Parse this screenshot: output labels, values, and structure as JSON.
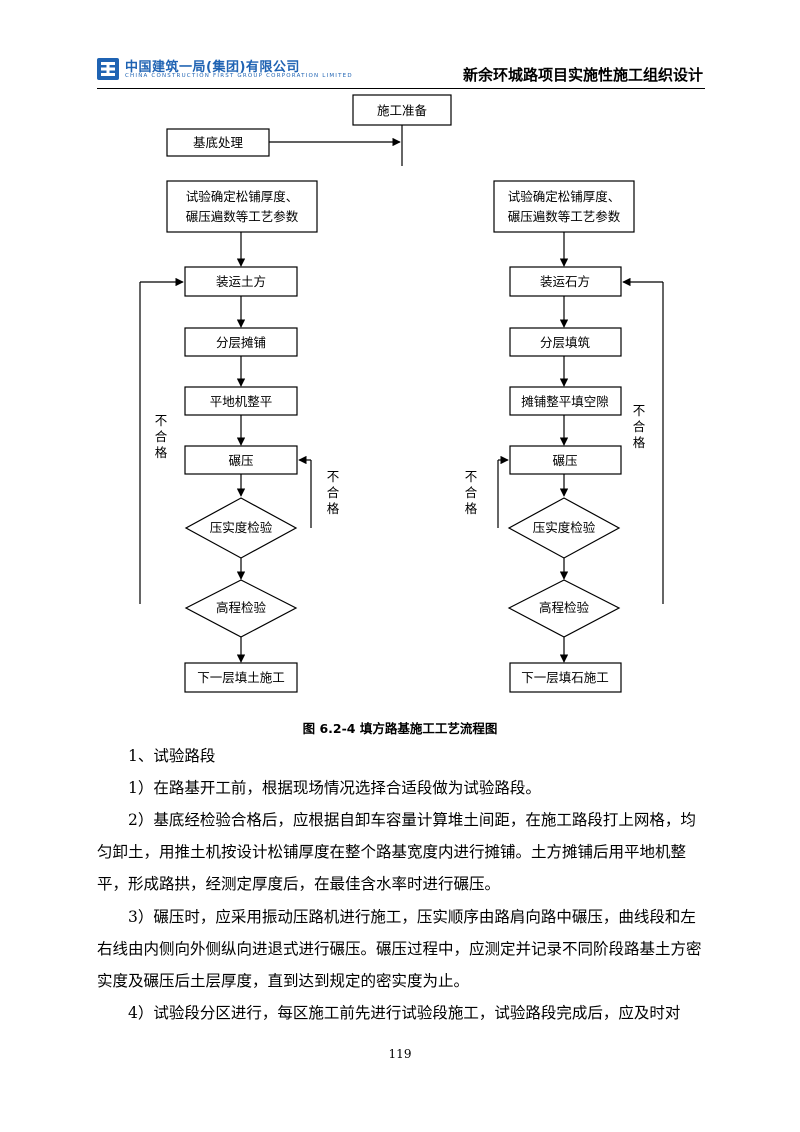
{
  "header": {
    "company_cn": "中国建筑一局(集团)有限公司",
    "company_en": "CHINA CONSTRUCTION FIRST GROUP CORPORATION LIMITED",
    "doc_title": "新余环城路项目实施性施工组织设计"
  },
  "flowchart": {
    "top": "施工准备",
    "base_treatment": "基底处理",
    "left": {
      "trial": [
        "试验确定松铺厚度、",
        "碾压遍数等工艺参数"
      ],
      "load": "装运土方",
      "layer": "分层摊铺",
      "level": "平地机整平",
      "compact": "碾压",
      "check_compaction": "压实度检验",
      "check_elevation": "高程检验",
      "next": "下一层填土施工"
    },
    "right": {
      "trial": [
        "试验确定松铺厚度、",
        "碾压遍数等工艺参数"
      ],
      "load": "装运石方",
      "layer": "分层填筑",
      "level": "摊铺整平填空隙",
      "compact": "碾压",
      "check_compaction": "压实度检验",
      "check_elevation": "高程检验",
      "next": "下一层填石施工"
    },
    "fail_label": "不合格"
  },
  "caption": "图 6.2-4  填方路基施工工艺流程图",
  "section": "1、试验路段",
  "paragraphs": [
    "1）在路基开工前，根据现场情况选择合适段做为试验路段。",
    "2）基底经检验合格后，应根据自卸车容量计算堆土间距，在施工路段打上网格，均匀卸土，用推土机按设计松铺厚度在整个路基宽度内进行摊铺。土方摊铺后用平地机整平，形成路拱，经测定厚度后，在最佳含水率时进行碾压。",
    "3）碾压时，应采用振动压路机进行施工，压实顺序由路肩向路中碾压，曲线段和左右线由内侧向外侧纵向进退式进行碾压。碾压过程中，应测定并记录不同阶段路基土方密实度及碾压后土层厚度，直到达到规定的密实度为止。",
    "4）试验段分区进行，每区施工前先进行试验段施工，试验路段完成后，应及时对"
  ],
  "page_number": "119"
}
